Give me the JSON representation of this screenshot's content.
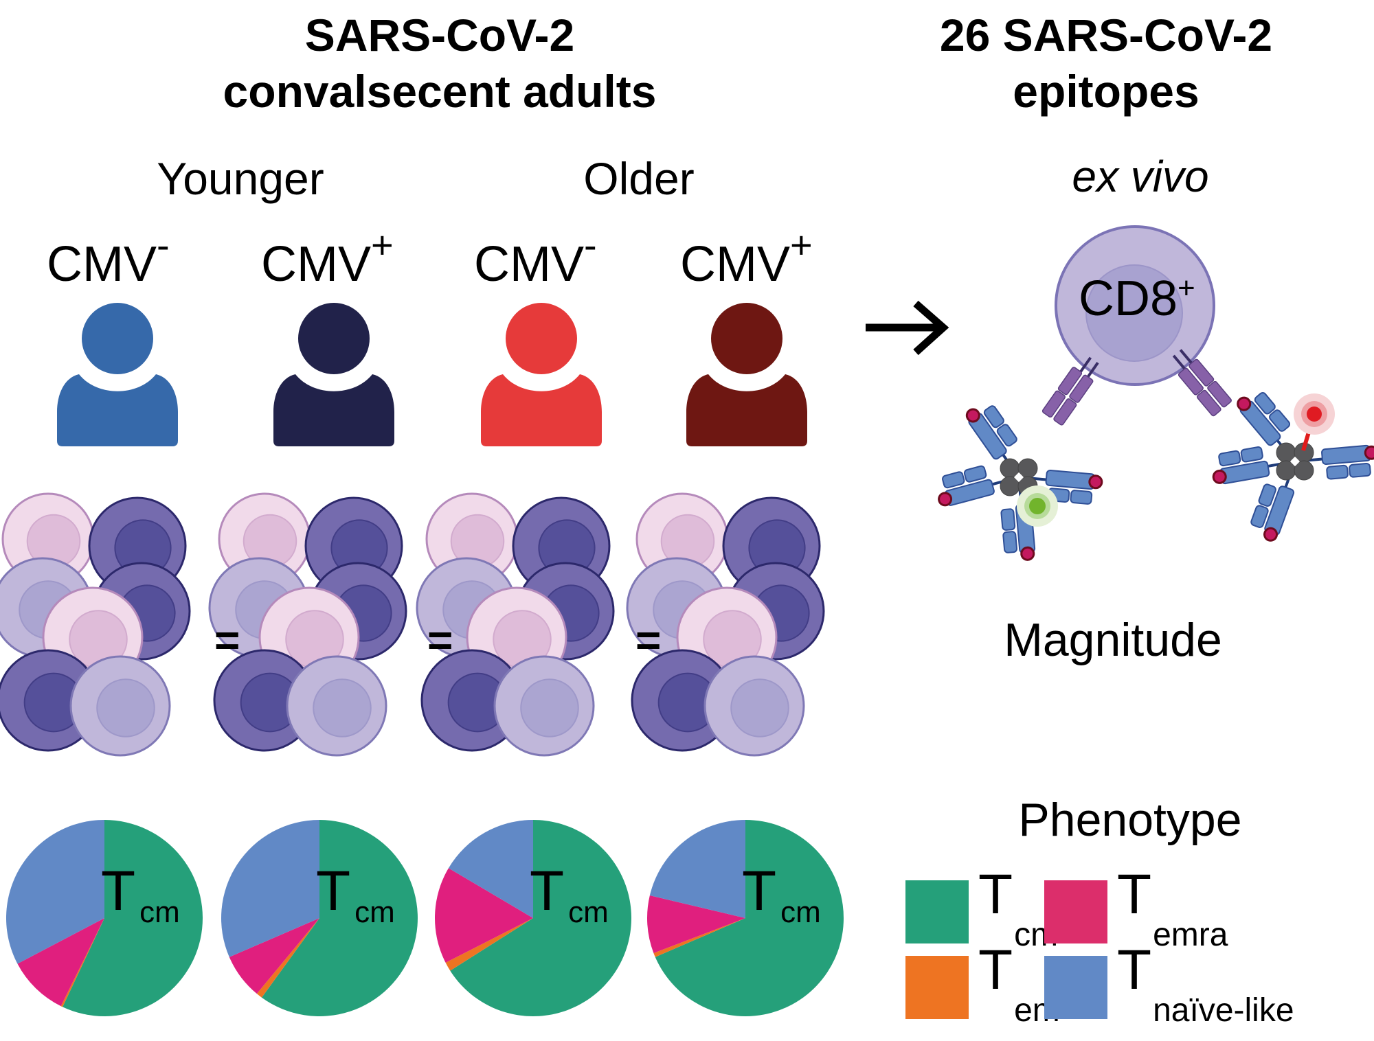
{
  "titles": {
    "left_line1": "SARS-CoV-2",
    "left_line2": "convalsecent adults",
    "right_line1": "26 SARS-CoV-2",
    "right_line2": "epitopes"
  },
  "age_groups": {
    "younger": "Younger",
    "older": "Older"
  },
  "cohorts": [
    {
      "label": "CMV",
      "sign": "-",
      "age": "Younger",
      "color": "#3669AA"
    },
    {
      "label": "CMV",
      "sign": "+",
      "age": "Younger",
      "color": "#21224A"
    },
    {
      "label": "CMV",
      "sign": "-",
      "age": "Older",
      "color": "#E63A3A"
    },
    {
      "label": "CMV",
      "sign": "+",
      "age": "Older",
      "color": "#6E1712"
    }
  ],
  "equals_sign": "=",
  "right_panel": {
    "ex_vivo": "ex vivo",
    "cell_label": "CD8",
    "cell_label_sup": "+",
    "arrow": "→",
    "magnitude": "Magnitude",
    "phenotype": "Phenotype"
  },
  "colors": {
    "Tcm": "#25A07A",
    "Tem": "#EE7422",
    "Temra": "#E01F7E",
    "Tnaive": "#6189C6",
    "cell_light_pink": "#F1DAEA",
    "cell_dark_purple": "#756BAE",
    "cell_lavender": "#C0B7DA"
  },
  "chart_data": {
    "type": "pie",
    "title": "Phenotype",
    "legend": [
      {
        "key": "Tcm",
        "main": "T",
        "sub": "cm"
      },
      {
        "key": "Temra",
        "main": "T",
        "sub": "emra"
      },
      {
        "key": "Tem",
        "main": "T",
        "sub": "em"
      },
      {
        "key": "Tnaive",
        "main": "T",
        "sub": "naïve-like"
      }
    ],
    "slice_order": [
      "Tcm",
      "Tem",
      "Temra",
      "Tnaive"
    ],
    "center_label": {
      "main": "T",
      "sub": "cm"
    },
    "pies": [
      {
        "group": "Younger CMV-",
        "values": {
          "Tcm": 57,
          "Tem": 0.3,
          "Temra": 10,
          "Tnaive": 32.7
        }
      },
      {
        "group": "Younger CMV+",
        "values": {
          "Tcm": 60,
          "Tem": 1,
          "Temra": 7.5,
          "Tnaive": 31.5
        }
      },
      {
        "group": "Older CMV-",
        "values": {
          "Tcm": 66,
          "Tem": 1.5,
          "Temra": 16,
          "Tnaive": 16.5
        }
      },
      {
        "group": "Older CMV+",
        "values": {
          "Tcm": 68.5,
          "Tem": 0.7,
          "Temra": 9.5,
          "Tnaive": 21.3
        }
      }
    ]
  }
}
